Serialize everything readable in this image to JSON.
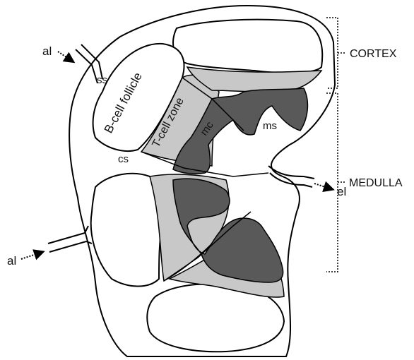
{
  "labels": {
    "al_top": "al",
    "al_bottom": "al",
    "ss": "ss",
    "cs": "cs",
    "mc": "mc",
    "ms": "ms",
    "el": "el",
    "b_cell_follicle": "B-cell follicle",
    "t_cell_zone": "T-cell zone",
    "cortex": "CORTEX",
    "medulla": "MEDULLA"
  },
  "colors": {
    "outline": "#000000",
    "t_cell_zone": "#c8c8c8",
    "medullary_cords": "#595959",
    "background": "#ffffff"
  }
}
